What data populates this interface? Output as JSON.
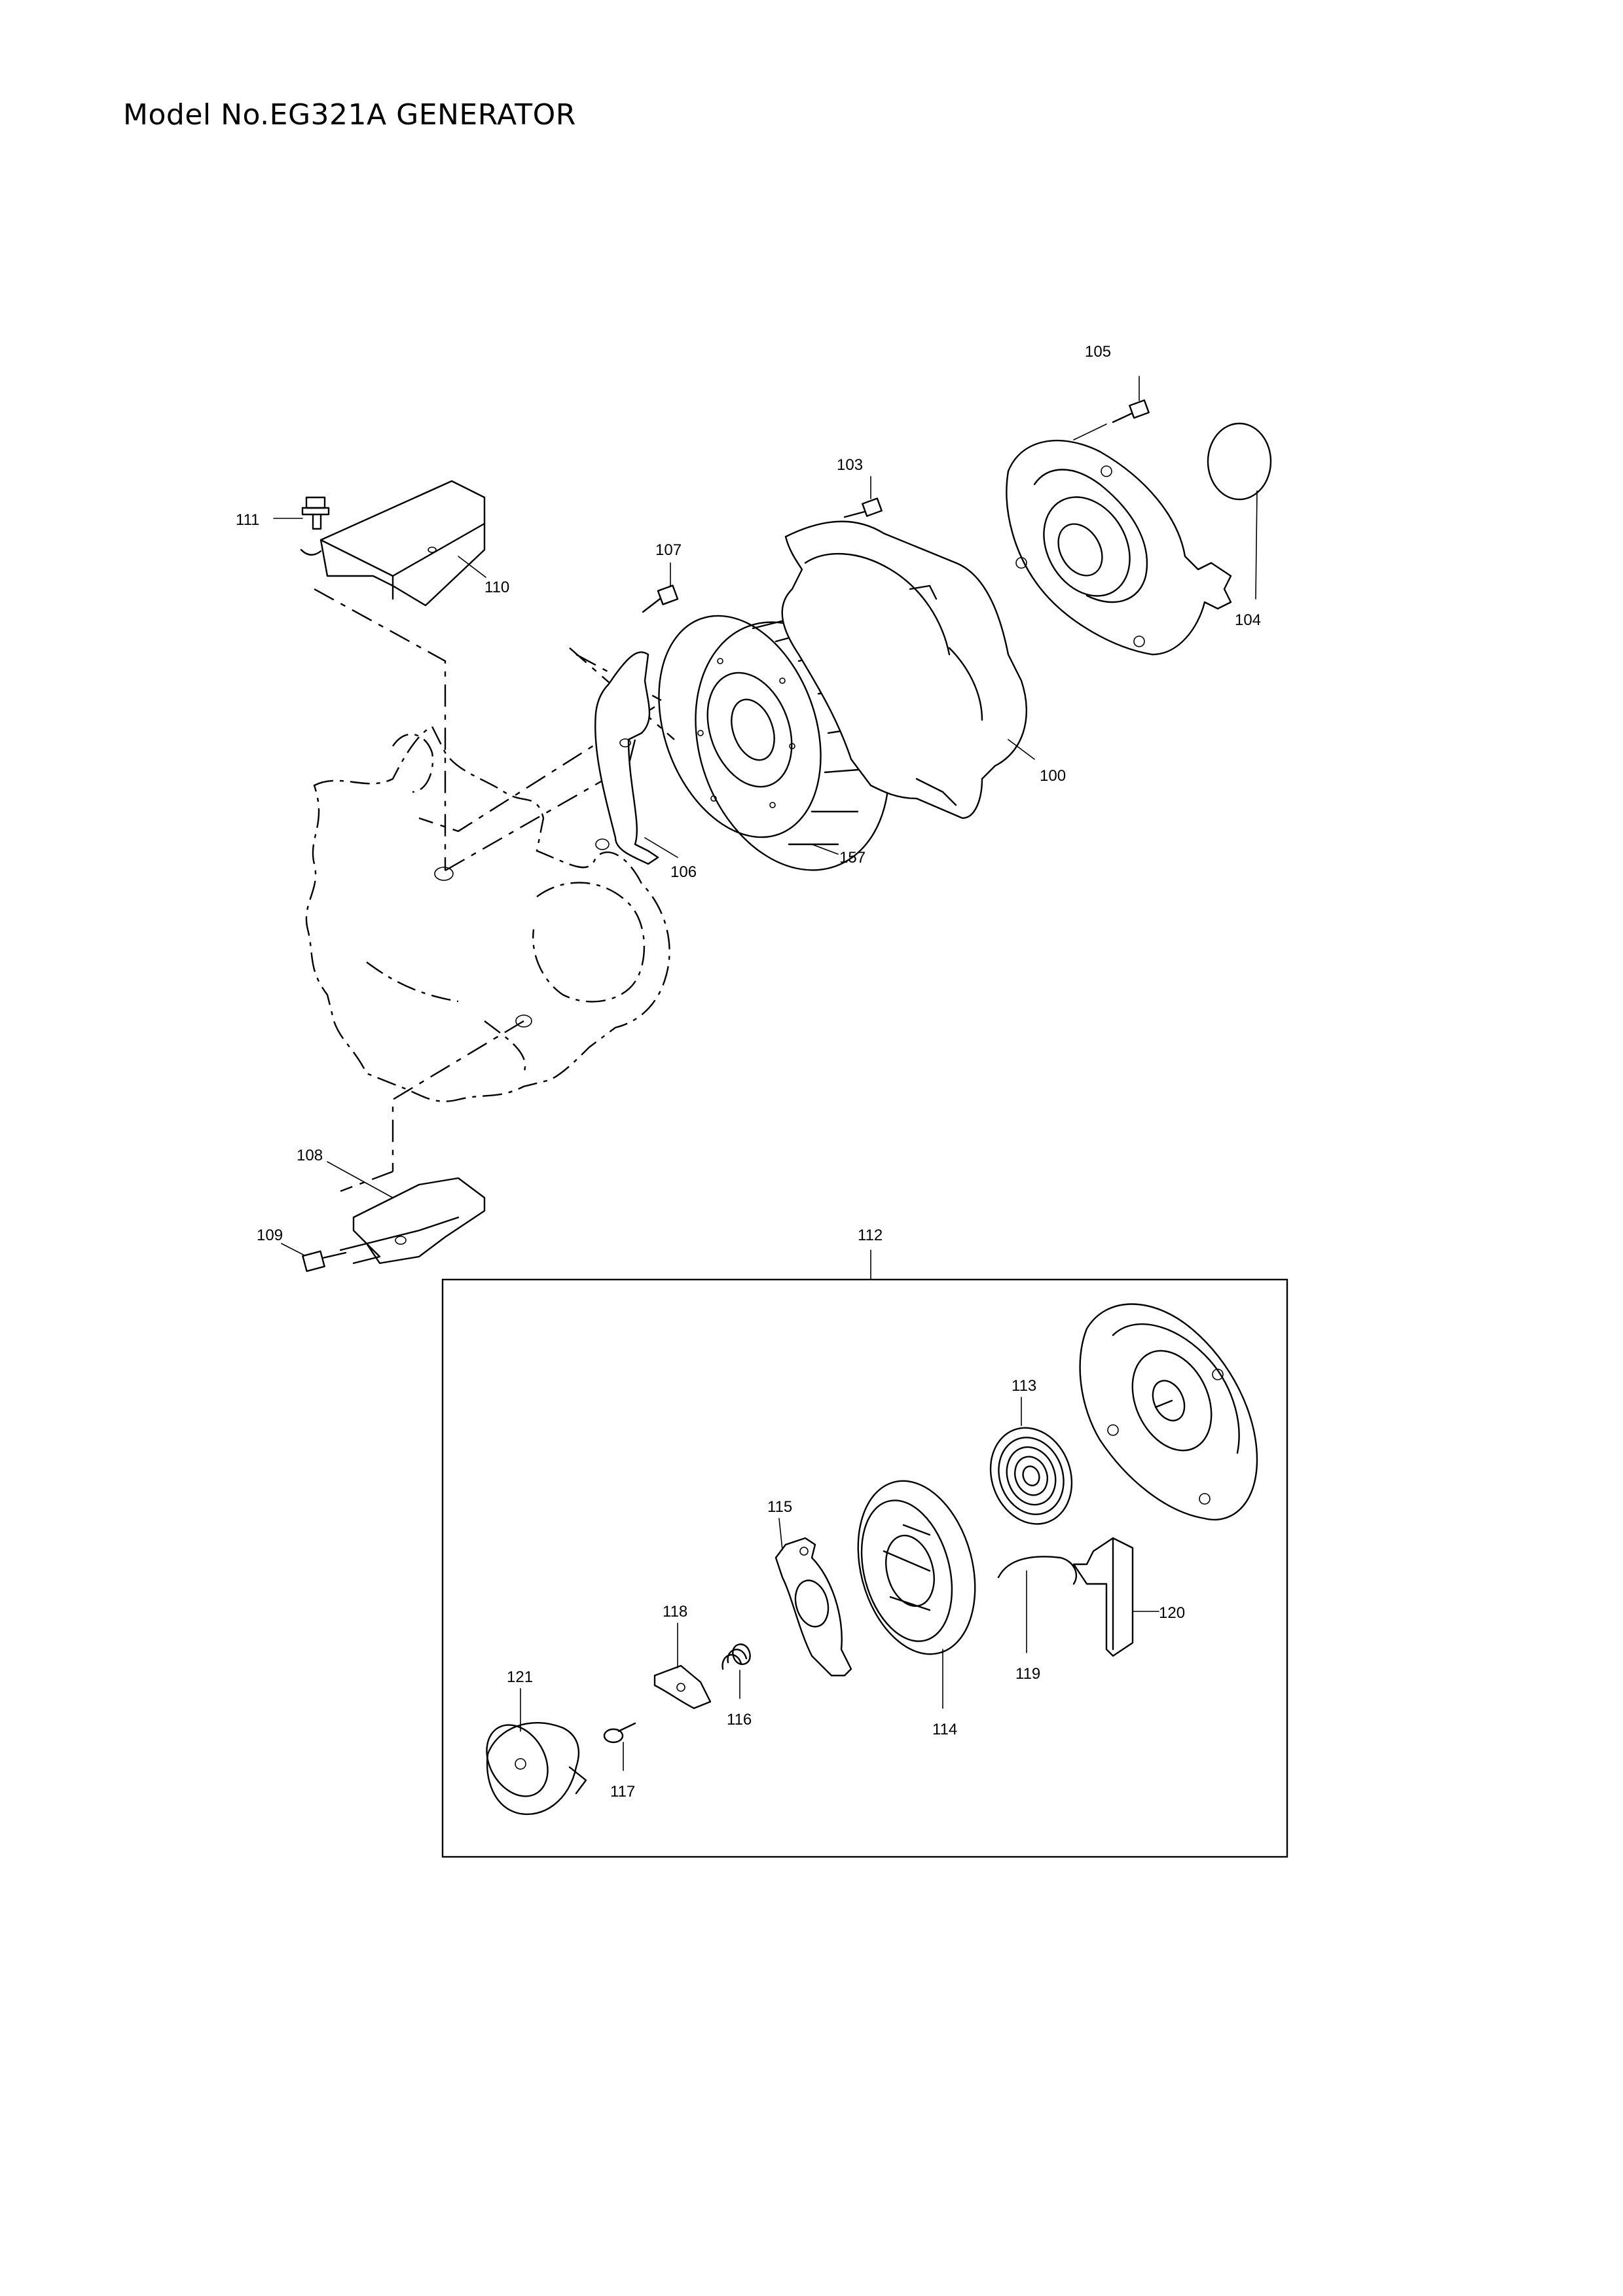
{
  "title": "Model No.EG321A GENERATOR",
  "parts": {
    "p100": "100",
    "p103": "103",
    "p104": "104",
    "p105": "105",
    "p106": "106",
    "p107": "107",
    "p108": "108",
    "p109": "109",
    "p110": "110",
    "p111": "111",
    "p112": "112",
    "p113": "113",
    "p114": "114",
    "p115": "115",
    "p116": "116",
    "p117": "117",
    "p118": "118",
    "p119": "119",
    "p120": "120",
    "p121": "121",
    "p157": "157"
  }
}
